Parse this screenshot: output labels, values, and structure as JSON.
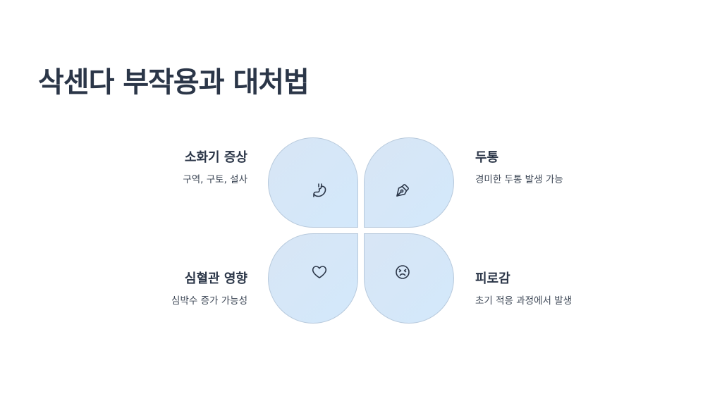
{
  "title": "삭센다 부작용과 대처법",
  "colors": {
    "petal_fill": "#d6e7f8",
    "petal_border": "#b7c9dc",
    "text": "#2b3648",
    "icon": "#2b3648"
  },
  "items": [
    {
      "heading": "소화기 증상",
      "description": "구역, 구토, 설사",
      "icon": "stomach-icon"
    },
    {
      "heading": "두통",
      "description": "경미한 두통 발생 가능",
      "icon": "pen-nib-icon"
    },
    {
      "heading": "심혈관 영향",
      "description": "심박수 증가 가능성",
      "icon": "heart-icon"
    },
    {
      "heading": "피로감",
      "description": "초기 적응 과정에서 발생",
      "icon": "tired-face-icon"
    }
  ]
}
